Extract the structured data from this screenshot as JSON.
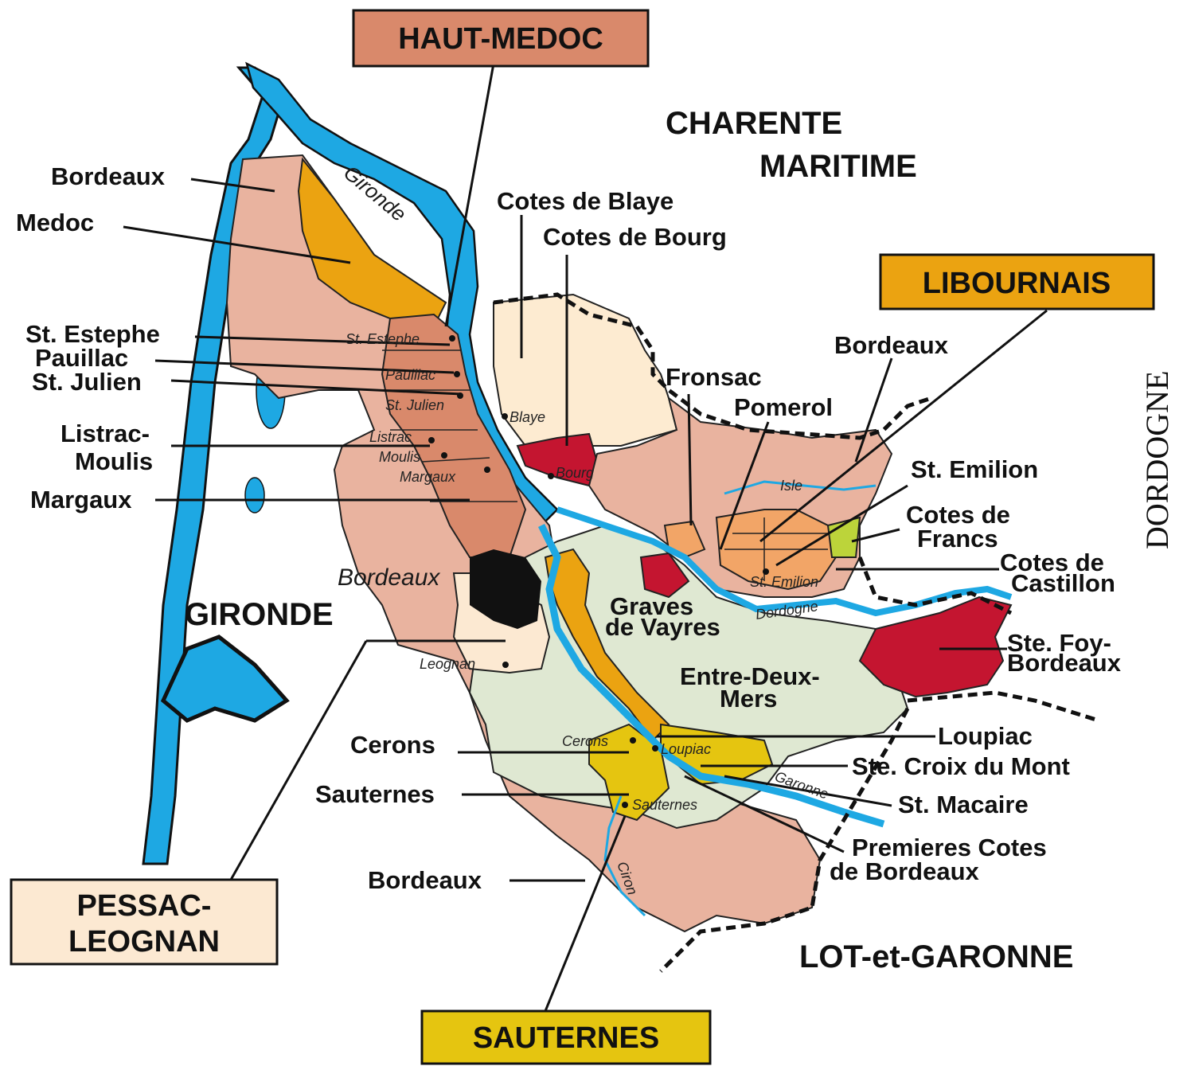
{
  "boxes": {
    "haut_medoc": "HAUT-MEDOC",
    "libournais": "LIBOURNAIS",
    "pessac_1": "PESSAC-",
    "pessac_2": "LEOGNAN",
    "sauternes": "SAUTERNES"
  },
  "regions": {
    "charente_1": "CHARENTE",
    "charente_2": "MARITIME",
    "gironde": "GIRONDE",
    "dordogne": "DORDOGNE",
    "lot_garonne": "LOT-et-GARONNE"
  },
  "labels": {
    "bordeaux_nw": "Bordeaux",
    "medoc": "Medoc",
    "st_estephe": "St. Estephe",
    "pauillac": "Pauillac",
    "st_julien": "St. Julien",
    "listrac_1": "Listrac-",
    "listrac_2": "Moulis",
    "margaux": "Margaux",
    "cotes_blaye": "Cotes de Blaye",
    "cotes_bourg": "Cotes de Bourg",
    "fronsac": "Fronsac",
    "pomerol": "Pomerol",
    "bordeaux_ne": "Bordeaux",
    "st_emilion": "St. Emilion",
    "cotes_francs_1": "Cotes de",
    "cotes_francs_2": "Francs",
    "cotes_castillon_1": "Cotes de",
    "cotes_castillon_2": "Castillon",
    "graves_1": "Graves",
    "graves_2": "de Vayres",
    "ste_foy_1": "Ste. Foy-",
    "ste_foy_2": "Bordeaux",
    "entre_1": "Entre-Deux-",
    "entre_2": "Mers",
    "cerons": "Cerons",
    "sauternes": "Sauternes",
    "loupiac": "Loupiac",
    "ste_croix": "Ste. Croix du Mont",
    "st_macaire": "St. Macaire",
    "premieres_1": "Premieres Cotes",
    "premieres_2": "de Bordeaux",
    "bordeaux_s": "Bordeaux"
  },
  "towns": {
    "st_estephe": "St. Estephe",
    "pauillac": "Pauillac",
    "st_julien": "St. Julien",
    "listrac": "Listrac",
    "moulis": "Moulis",
    "margaux": "Margaux",
    "blaye": "Blaye",
    "bourg": "Bourg",
    "leognan": "Leognan",
    "st_emilion": "St. Emilion",
    "cerons": "Cerons",
    "loupiac": "Loupiac",
    "sauternes": "Sauternes"
  },
  "rivers": {
    "gironde": "Gironde",
    "isle": "Isle",
    "dordogne": "Dordogne",
    "garonne": "Garonne",
    "ciron": "Ciron",
    "bordeaux_city": "Bordeaux"
  },
  "colors": {
    "bordeaux": "#e9b39f",
    "medoc": "#eba311",
    "haut_medoc": "#d9896b",
    "water": "#1ea8e3",
    "cotes_blaye": "#fdebd1",
    "red": "#c41530",
    "entre_deux_mers": "#dfe8d2",
    "sauternes": "#e5c510",
    "libournais": "#f2a567",
    "cotes_francs": "#bcd43a",
    "city": "#111111",
    "pessac": "#fce9d2"
  }
}
